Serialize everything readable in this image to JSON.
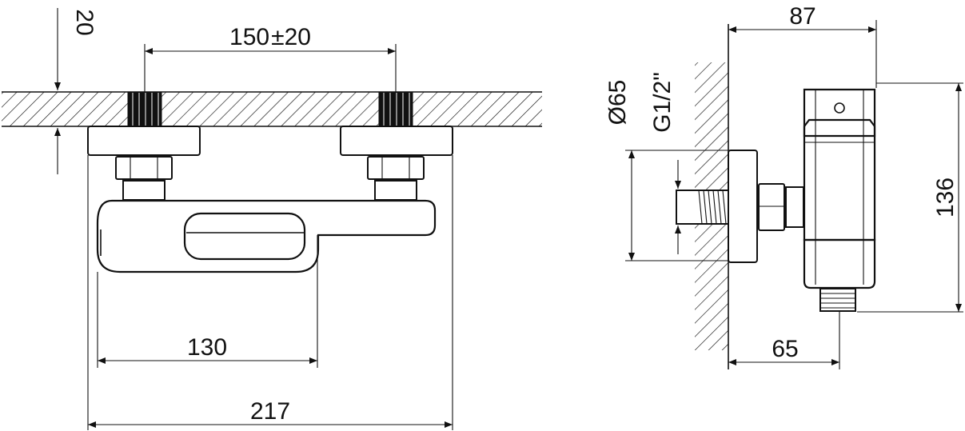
{
  "dimensions": {
    "wall_thickness": "20",
    "inlet_spacing": "150",
    "inlet_tolerance_symbol": "±",
    "inlet_tolerance": "20",
    "handle_length": "130",
    "overall_width": "217",
    "side_depth": "87",
    "side_height": "136",
    "outlet_offset": "65",
    "flange_diameter": "Ø65",
    "thread_spec": "G1/2\""
  },
  "colors": {
    "line": "#111111",
    "background": "#ffffff"
  }
}
